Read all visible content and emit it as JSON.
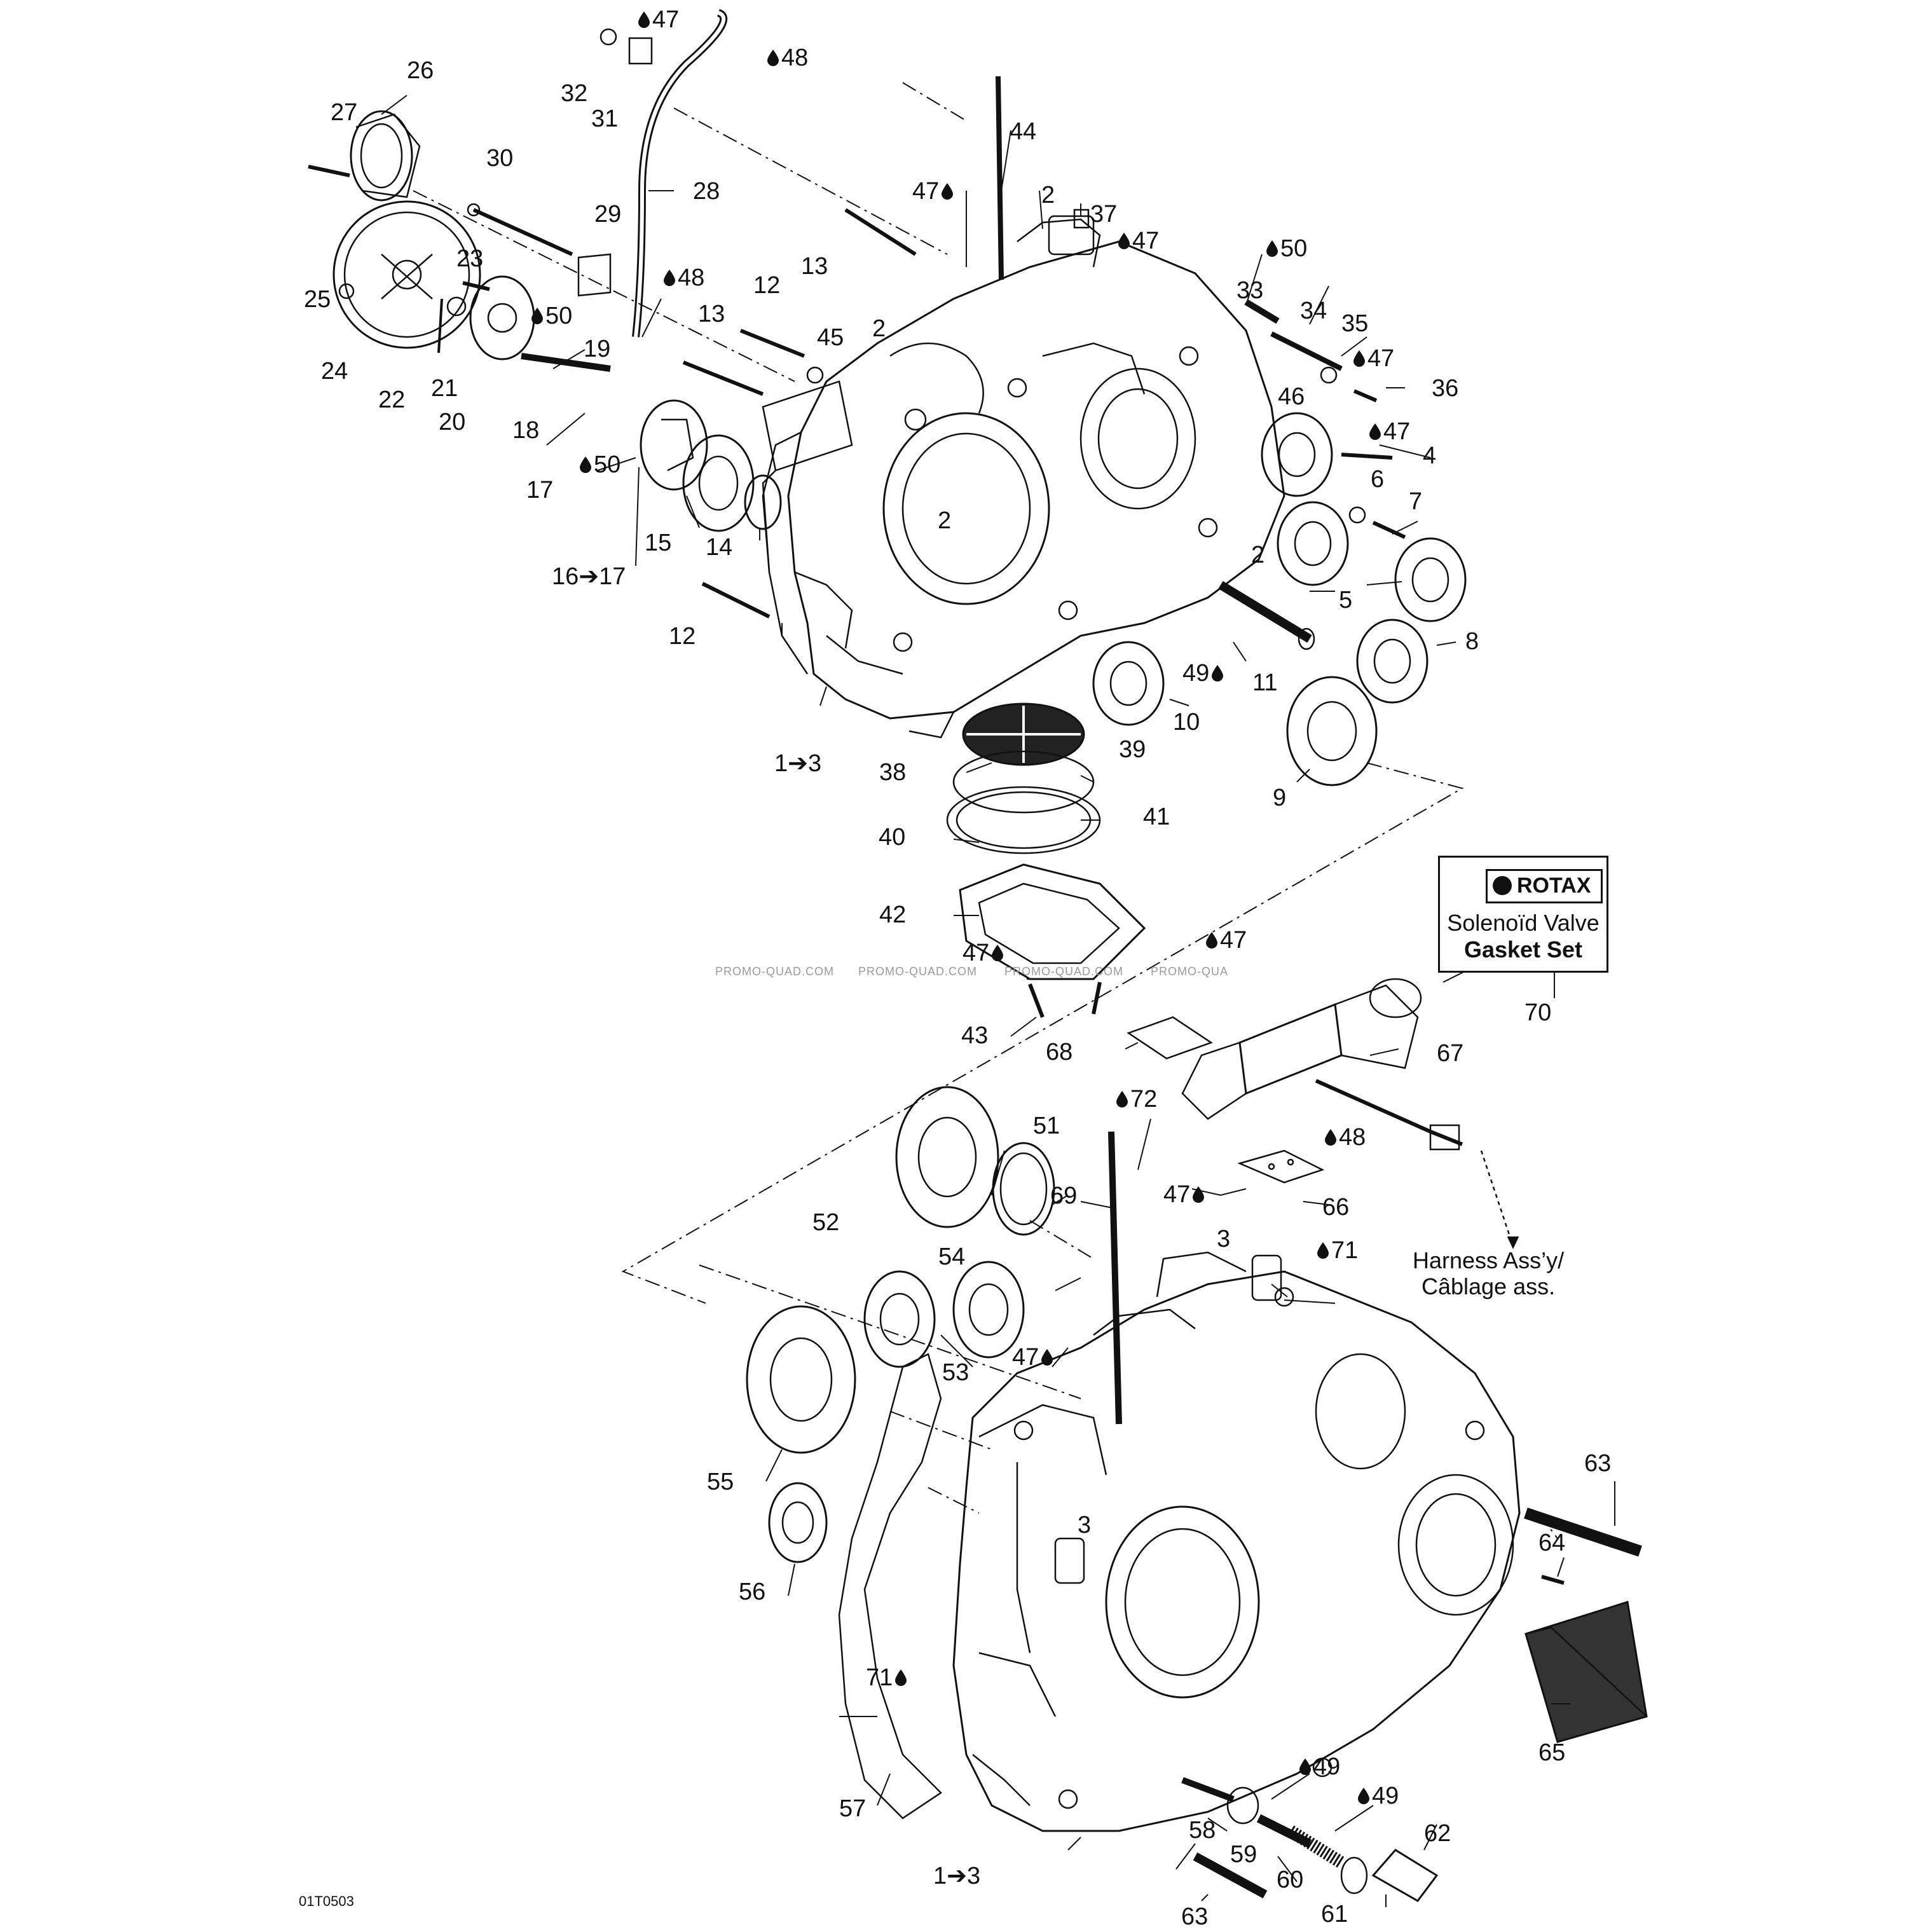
{
  "diagram_code": "01T0503",
  "watermarks": [
    "PROMO-QUAD.COM",
    "PROMO-QUAD.COM",
    "PROMO-QUAD.COM",
    "PROMO-QUA"
  ],
  "reference_box": {
    "brand": "ROTAX",
    "line1": "Solenoïd Valve",
    "line2": "Gasket Set"
  },
  "harness_note": {
    "line1": "Harness Ass’y/",
    "line2": "Câblage ass."
  },
  "callouts": [
    {
      "text": "47",
      "drop": "before"
    },
    {
      "text": "48",
      "drop": "before"
    },
    {
      "text": "32"
    },
    {
      "text": "31"
    },
    {
      "text": "26"
    },
    {
      "text": "27"
    },
    {
      "text": "30"
    },
    {
      "text": "28"
    },
    {
      "text": "44"
    },
    {
      "text": "47",
      "drop": "after"
    },
    {
      "text": "2"
    },
    {
      "text": "37"
    },
    {
      "text": "47",
      "drop": "before"
    },
    {
      "text": "29"
    },
    {
      "text": "13"
    },
    {
      "text": "50",
      "drop": "before"
    },
    {
      "text": "23"
    },
    {
      "text": "48",
      "drop": "before"
    },
    {
      "text": "12"
    },
    {
      "text": "25"
    },
    {
      "text": "13"
    },
    {
      "text": "33"
    },
    {
      "text": "34"
    },
    {
      "text": "35"
    },
    {
      "text": "2"
    },
    {
      "text": "45"
    },
    {
      "text": "50",
      "drop": "before"
    },
    {
      "text": "19"
    },
    {
      "text": "47",
      "drop": "before"
    },
    {
      "text": "24"
    },
    {
      "text": "22"
    },
    {
      "text": "21"
    },
    {
      "text": "36"
    },
    {
      "text": "20"
    },
    {
      "text": "18"
    },
    {
      "text": "46"
    },
    {
      "text": "47",
      "drop": "before"
    },
    {
      "text": "4"
    },
    {
      "text": "50",
      "drop": "before"
    },
    {
      "text": "17"
    },
    {
      "text": "6"
    },
    {
      "text": "7"
    },
    {
      "text": "2"
    },
    {
      "text": "15"
    },
    {
      "text": "14"
    },
    {
      "text": "2"
    },
    {
      "text": "16➔17"
    },
    {
      "text": "5"
    },
    {
      "text": "12"
    },
    {
      "text": "8"
    },
    {
      "text": "49",
      "drop": "after"
    },
    {
      "text": "11"
    },
    {
      "text": "10"
    },
    {
      "text": "1➔3"
    },
    {
      "text": "39"
    },
    {
      "text": "38"
    },
    {
      "text": "9"
    },
    {
      "text": "41"
    },
    {
      "text": "40"
    },
    {
      "text": "42"
    },
    {
      "text": "47",
      "drop": "before"
    },
    {
      "text": "70"
    },
    {
      "text": "47",
      "drop": "after"
    },
    {
      "text": "43"
    },
    {
      "text": "68"
    },
    {
      "text": "67"
    },
    {
      "text": "72",
      "drop": "before"
    },
    {
      "text": "51"
    },
    {
      "text": "48",
      "drop": "before"
    },
    {
      "text": "69"
    },
    {
      "text": "52"
    },
    {
      "text": "47",
      "drop": "after"
    },
    {
      "text": "66"
    },
    {
      "text": "3"
    },
    {
      "text": "54"
    },
    {
      "text": "71",
      "drop": "before"
    },
    {
      "text": "53"
    },
    {
      "text": "47",
      "drop": "after"
    },
    {
      "text": "63"
    },
    {
      "text": "55"
    },
    {
      "text": "3"
    },
    {
      "text": "64"
    },
    {
      "text": "56"
    },
    {
      "text": "71",
      "drop": "after"
    },
    {
      "text": "65"
    },
    {
      "text": "49",
      "drop": "before"
    },
    {
      "text": "57"
    },
    {
      "text": "58"
    },
    {
      "text": "49",
      "drop": "before"
    },
    {
      "text": "59"
    },
    {
      "text": "62"
    },
    {
      "text": "60"
    },
    {
      "text": "1➔3"
    },
    {
      "text": "61"
    },
    {
      "text": "63"
    }
  ]
}
